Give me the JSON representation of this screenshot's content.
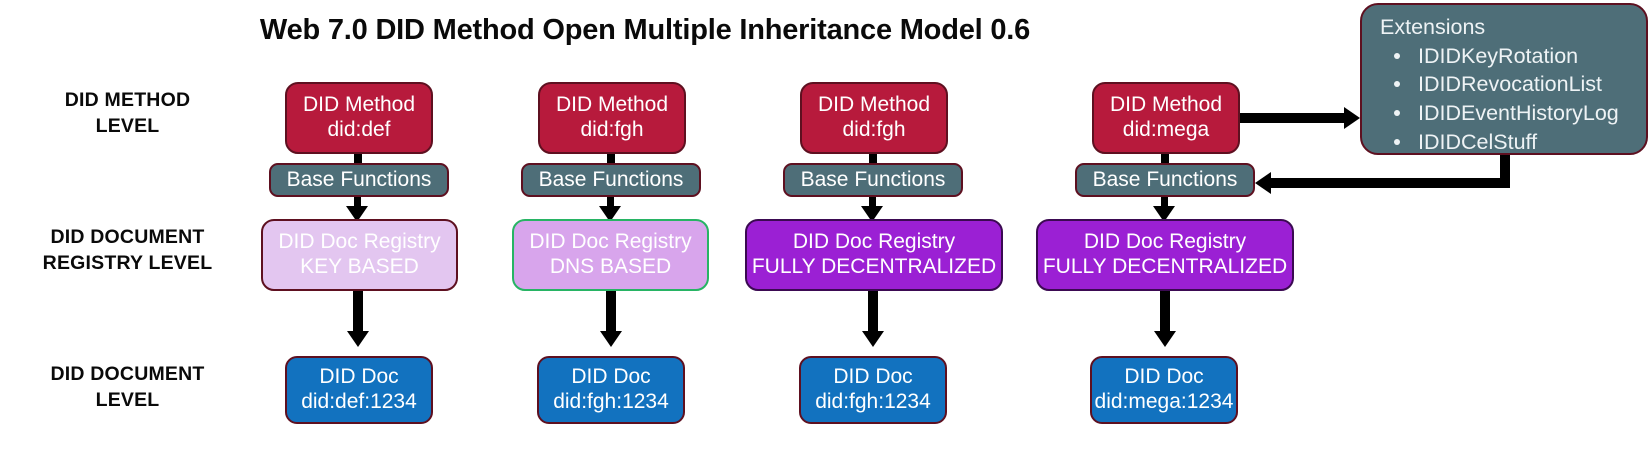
{
  "title": "Web 7.0 DID Method Open Multiple Inheritance Model 0.6",
  "level_labels": [
    {
      "line1": "DID METHOD",
      "line2": "LEVEL"
    },
    {
      "line1": "DID DOCUMENT",
      "line2": "REGISTRY LEVEL"
    },
    {
      "line1": "DID DOCUMENT",
      "line2": "LEVEL"
    }
  ],
  "columns": [
    {
      "method": {
        "line1": "DID Method",
        "line2": "did:def"
      },
      "base": {
        "label": "Base Functions"
      },
      "registry": {
        "line1": "DID Doc Registry",
        "line2": "KEY BASED",
        "style": "key"
      },
      "doc": {
        "line1": "DID Doc",
        "line2": "did:def:1234"
      }
    },
    {
      "method": {
        "line1": "DID Method",
        "line2": "did:fgh"
      },
      "base": {
        "label": "Base Functions"
      },
      "registry": {
        "line1": "DID Doc Registry",
        "line2": "DNS BASED",
        "style": "dns"
      },
      "doc": {
        "line1": "DID Doc",
        "line2": "did:fgh:1234"
      }
    },
    {
      "method": {
        "line1": "DID Method",
        "line2": "did:fgh"
      },
      "base": {
        "label": "Base Functions"
      },
      "registry": {
        "line1": "DID Doc Registry",
        "line2": "FULLY DECENTRALIZED",
        "style": "full"
      },
      "doc": {
        "line1": "DID Doc",
        "line2": "did:fgh:1234"
      }
    },
    {
      "method": {
        "line1": "DID Method",
        "line2": "did:mega"
      },
      "base": {
        "label": "Base Functions"
      },
      "registry": {
        "line1": "DID Doc Registry",
        "line2": "FULLY DECENTRALIZED",
        "style": "full"
      },
      "doc": {
        "line1": "DID Doc",
        "line2": "did:mega:1234"
      }
    }
  ],
  "extensions": {
    "title": "Extensions",
    "items": [
      "IDIDKeyRotation",
      "IDIDRevocationList",
      "IDIDEventHistoryLog",
      "IDIDCelStuff"
    ]
  },
  "colors": {
    "method_fill": "#b71a3c",
    "base_fill": "#4e6e78",
    "registry_key_fill": "#e3c6f0",
    "registry_dns_fill": "#d8a5ec",
    "registry_dns_border": "#27b464",
    "registry_full_fill": "#9b20d4",
    "doc_fill": "#1272bf",
    "border_dark_red": "#5e1020",
    "arrow": "#000000",
    "text_dark": "#0a0a0a"
  }
}
